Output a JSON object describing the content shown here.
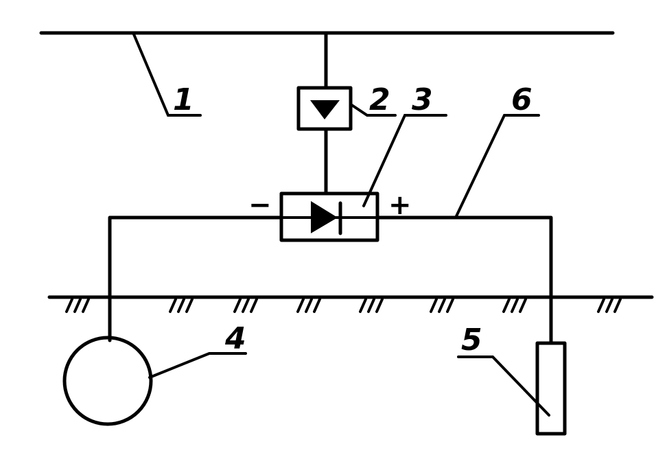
{
  "labels": {
    "l1": "1",
    "l2": "2",
    "l3": "3",
    "l4": "4",
    "l5": "5",
    "l6": "6"
  },
  "polarity": {
    "minus": "−",
    "plus": "+"
  },
  "icons": {
    "rectifier": "triangle-down-icon",
    "diode": "diode-icon",
    "ground": "ground-hatch-icon"
  },
  "colors": {
    "ink": "#000000",
    "background": "#ffffff"
  }
}
